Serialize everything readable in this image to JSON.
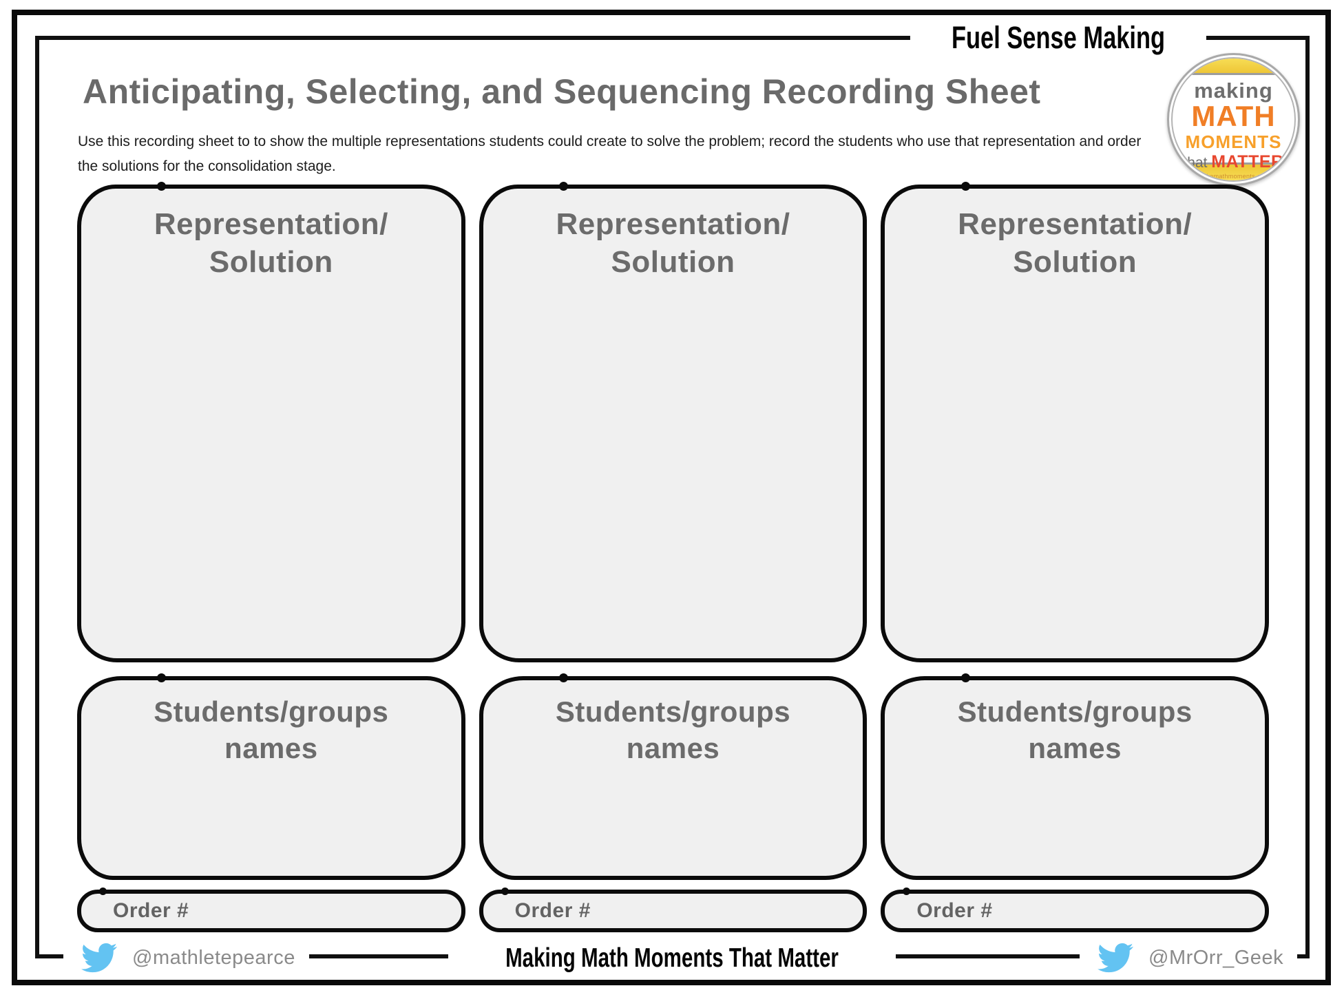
{
  "header": {
    "banner": "Fuel Sense Making",
    "title": "Anticipating, Selecting, and Sequencing Recording Sheet",
    "description": "Use this recording sheet to to show the multiple representations students could create to solve the problem; record the students who use that representation and order the solutions for the consolidation stage."
  },
  "logo": {
    "line1": "making",
    "line2": "MATH",
    "line3": "MOMENTS",
    "line4_prefix": "that ",
    "line4_word": "MATTER",
    "website": "makemathmoments.com"
  },
  "columns": [
    {
      "representation_label": "Representation/\nSolution",
      "students_label": "Students/groups\nnames",
      "order_label": "Order #"
    },
    {
      "representation_label": "Representation/\nSolution",
      "students_label": "Students/groups\nnames",
      "order_label": "Order #"
    },
    {
      "representation_label": "Representation/\nSolution",
      "students_label": "Students/groups\nnames",
      "order_label": "Order #"
    }
  ],
  "footer": {
    "left_handle": "@mathletepearce",
    "center_text": "Making Math Moments That Matter",
    "right_handle": "@MrOrr_Geek"
  },
  "icons": {
    "twitter_bird": "twitter-bird-icon"
  },
  "colors": {
    "border_black": "#0b0b0b",
    "box_fill": "#f0f0f0",
    "heading_gray": "#6a6a6a",
    "handle_gray": "#8a8a8a",
    "twitter_blue": "#63c3f2",
    "logo_yellow": "#eec637",
    "logo_orange": "#f07e26",
    "logo_light_orange": "#f7a02b",
    "logo_red": "#e8472e"
  }
}
